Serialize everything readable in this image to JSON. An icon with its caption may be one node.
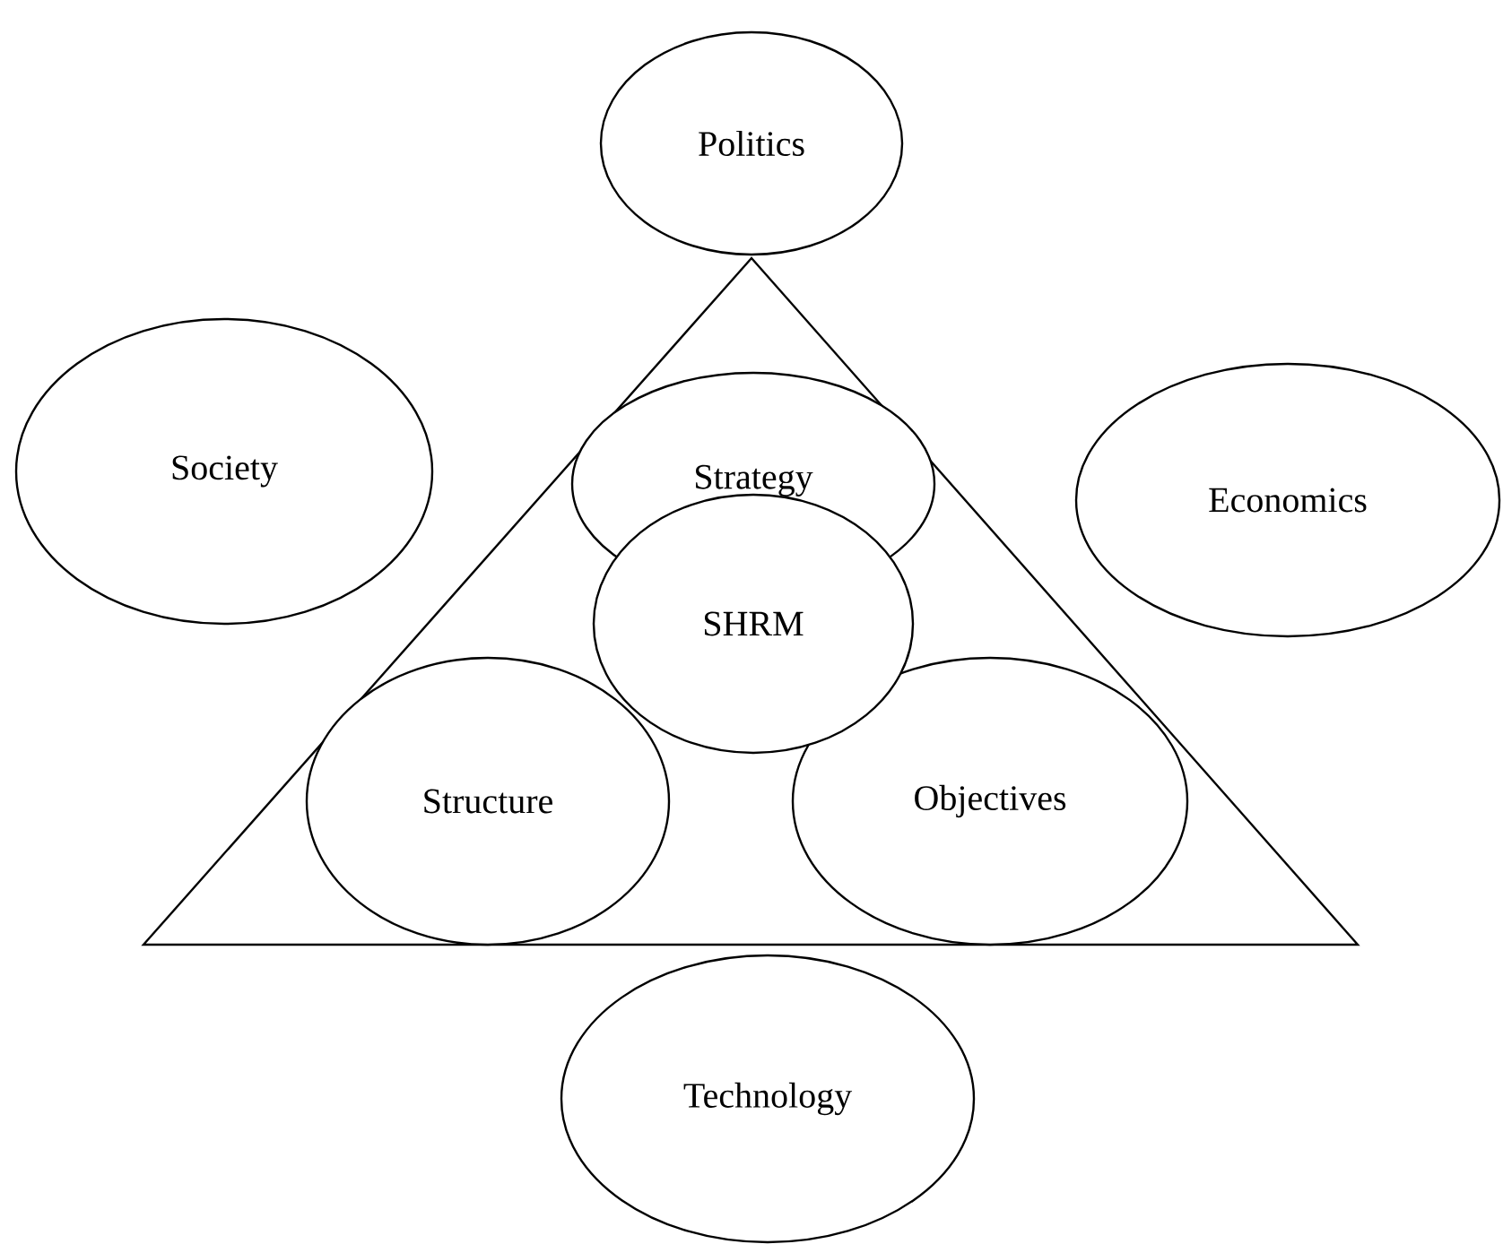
{
  "diagram": {
    "nodes": [
      {
        "text": [
          "Politics"
        ]
      },
      {
        "text": [
          "Society"
        ]
      },
      {
        "text": [
          "Strategy"
        ]
      },
      {
        "text": [
          "Economics"
        ]
      },
      {
        "text": [
          "SHRM"
        ]
      },
      {
        "text": [
          "Structure"
        ]
      },
      {
        "text": [
          "Objectives"
        ]
      },
      {
        "text": [
          "Technology"
        ]
      }
    ]
  }
}
